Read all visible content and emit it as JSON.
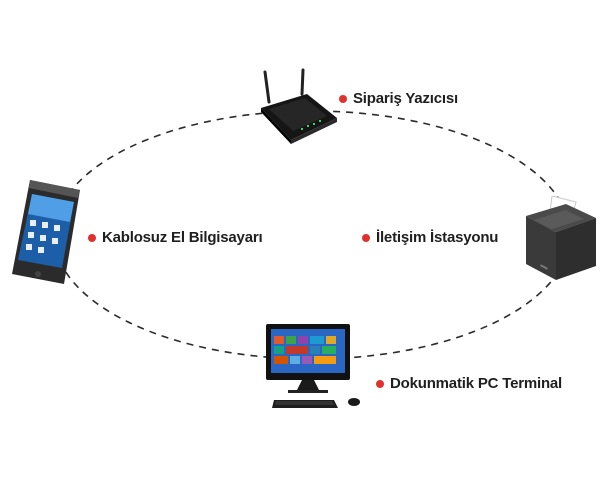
{
  "colors": {
    "accent_dot": "#e0312f",
    "connector": "#2b2b2b",
    "label_text": "#1f1f1f"
  },
  "nodes": {
    "order_printer": {
      "label": "Sipariş Yazıcısı",
      "icon": "wireless-router-icon"
    },
    "handheld": {
      "label": "Kablosuz El Bilgisayarı",
      "icon": "handheld-computer-icon"
    },
    "communication_station": {
      "label": "İletişim İstasyonu",
      "icon": "receipt-printer-icon"
    },
    "touch_terminal": {
      "label": "Dokunmatik PC Terminal",
      "icon": "all-in-one-pc-icon"
    }
  },
  "connector": {
    "style": "dashed-ellipse"
  }
}
